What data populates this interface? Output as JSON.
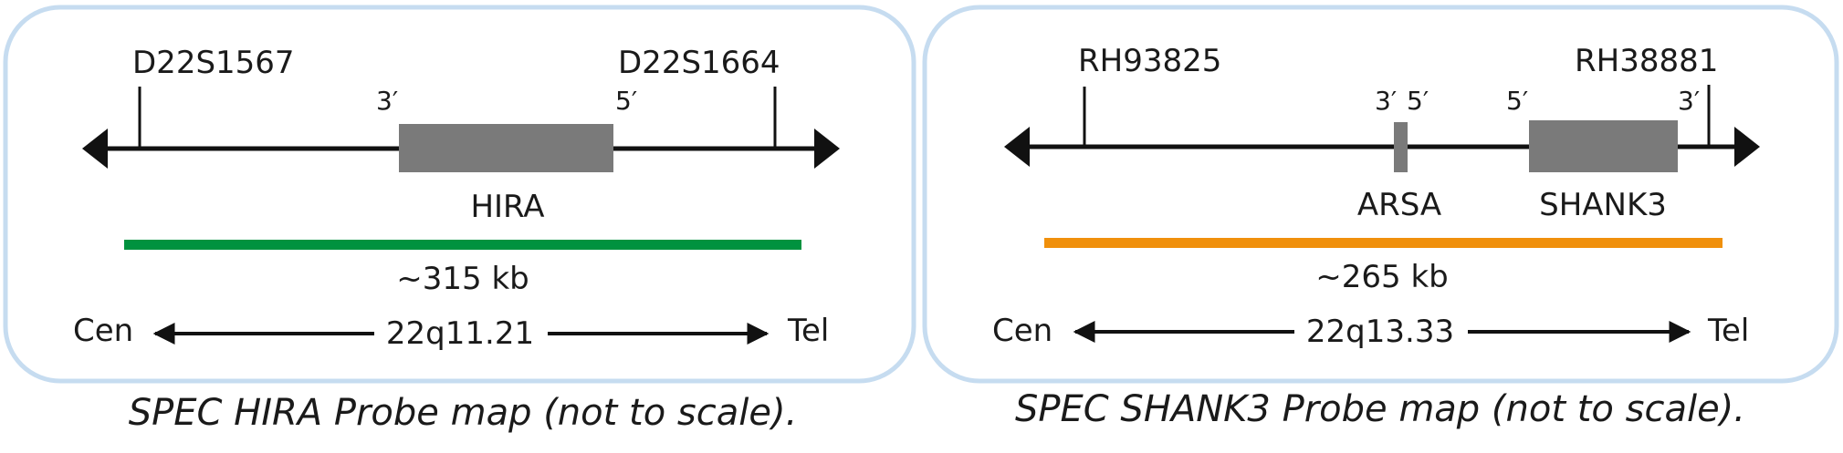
{
  "panels": [
    {
      "markers": {
        "left": "D22S1567",
        "right": "D22S1664"
      },
      "primes": {
        "left": "3′",
        "right": "5′"
      },
      "gene": "HIRA",
      "size": "~315 kb",
      "probe_color": "#00923f",
      "orientation": {
        "left": "Cen",
        "band": "22q11.21",
        "right": "Tel"
      },
      "caption": "SPEC HIRA Probe map (not to scale)."
    },
    {
      "markers": {
        "left": "RH93825",
        "right": "RH38881"
      },
      "primes": {
        "arsa_left": "3′",
        "arsa_right": "5′",
        "shank_left": "5′",
        "shank_right": "3′"
      },
      "genes": {
        "arsa": "ARSA",
        "shank": "SHANK3"
      },
      "size": "~265 kb",
      "probe_color": "#f0900c",
      "orientation": {
        "left": "Cen",
        "band": "22q13.33",
        "right": "Tel"
      },
      "caption": "SPEC SHANK3 Probe map (not to scale)."
    }
  ],
  "colors": {
    "frame": "#c6dcf0",
    "gene_box": "#7a7a7a",
    "line": "#111111"
  }
}
